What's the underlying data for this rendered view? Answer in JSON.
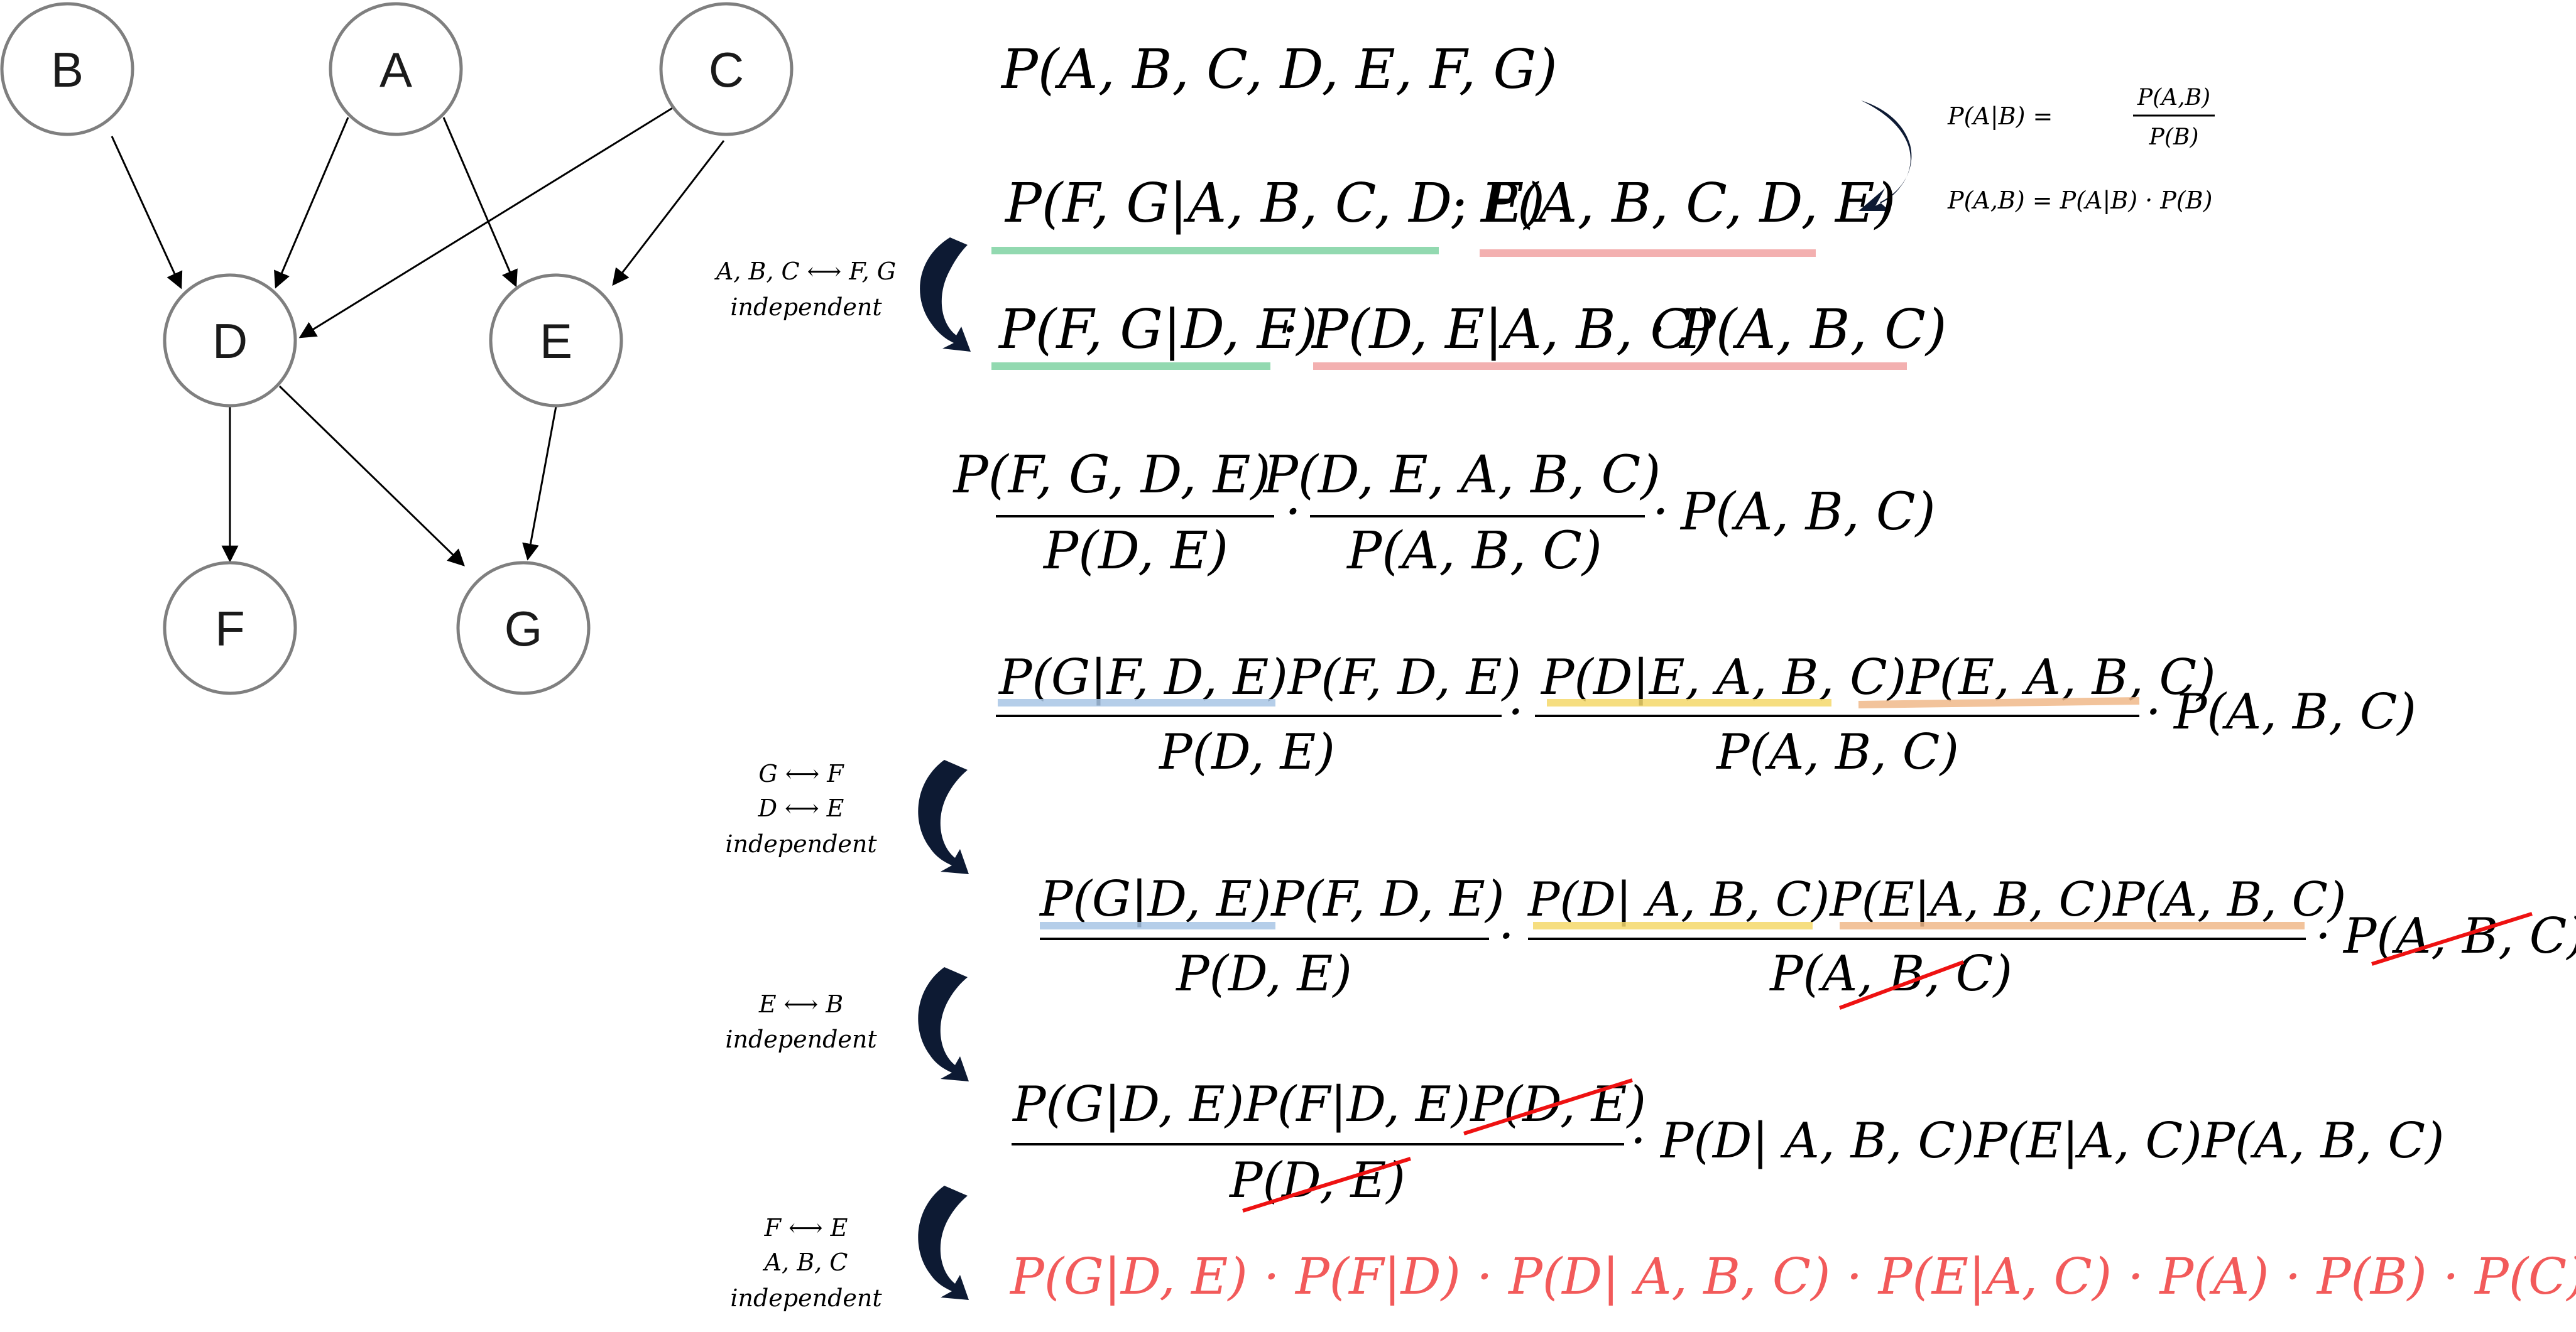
{
  "graph": {
    "nodes": {
      "B": "B",
      "A": "A",
      "C": "C",
      "D": "D",
      "E": "E",
      "F": "F",
      "G": "G"
    }
  },
  "side_formula": {
    "line1_lhs": "P(A|B) =",
    "line1_num": "P(A,B)",
    "line1_den": "P(B)",
    "line2": "P(A,B) = P(A|B) · P(B)"
  },
  "notes": {
    "n1_line1": "A, B, C  ⟷  F, G",
    "n1_line2": "independent",
    "n2_line1": "G  ⟷  F",
    "n2_line2": "D  ⟷  E",
    "n2_line3": "independent",
    "n3_line1": "E  ⟷  B",
    "n3_line2": "independent",
    "n4_line1": "F  ⟷  E",
    "n4_line2": "A, B, C",
    "n4_line3": "independent"
  },
  "equations": {
    "eq1": "P(A, B, C, D, E, F, G)",
    "eq2_a": "P(F, G|A, B, C, D, E)",
    "eq2_dot": "·",
    "eq2_b": "P(A, B, C, D, E)",
    "eq3_a": "P(F, G|D, E)",
    "eq3_dot1": "·",
    "eq3_b": "P(D, E|A, B, C)",
    "eq3_dot2": "·",
    "eq3_c": "P(A, B, C)",
    "eq4_f1_num": "P(F, G, D, E)",
    "eq4_f1_den": "P(D, E)",
    "eq4_dot1": "·",
    "eq4_f2_num": "P(D, E, A, B, C)",
    "eq4_f2_den": "P(A, B, C)",
    "eq4_dot2": "·",
    "eq4_tail": "P(A, B, C)",
    "eq5_f1_num": "P(G|F, D, E)P(F, D, E)",
    "eq5_f1_den": "P(D, E)",
    "eq5_dot1": "·",
    "eq5_f2_num": "P(D|E, A, B, C)P(E, A, B, C)",
    "eq5_f2_den": "P(A, B, C)",
    "eq5_dot2": "·",
    "eq5_tail": "P(A, B, C)",
    "eq6_f1_num": "P(G|D, E)P(F, D, E)",
    "eq6_f1_den": "P(D, E)",
    "eq6_dot1": "·",
    "eq6_f2_num": "P(D| A, B, C)P(E|A, B, C)P(A, B, C)",
    "eq6_f2_den": "P(A, B, C)",
    "eq6_dot2": "·",
    "eq6_tail": "P(A, B, C)",
    "eq7_f1_num": "P(G|D, E)P(F|D, E)P(D, E)",
    "eq7_f1_den": "P(D, E)",
    "eq7_dot": "·",
    "eq7_tail": "P(D| A, B, C)P(E|A, C)P(A, B, C)",
    "eq8": "P(G|D, E) · P(F|D) · P(D| A, B, C) · P(E|A, C) · P(A) · P(B) · P(C)"
  },
  "colors": {
    "highlight_green": "#7fd3a3",
    "highlight_pink": "#f2a3a3",
    "highlight_blue": "#a9c6e6",
    "highlight_yellow": "#f5d96b",
    "highlight_orange": "#f0b98a",
    "strike_red": "#ee1111",
    "final_red": "#f25a5a",
    "node_stroke": "#7f7f7f",
    "arrow_navy": "#0d1a33"
  }
}
